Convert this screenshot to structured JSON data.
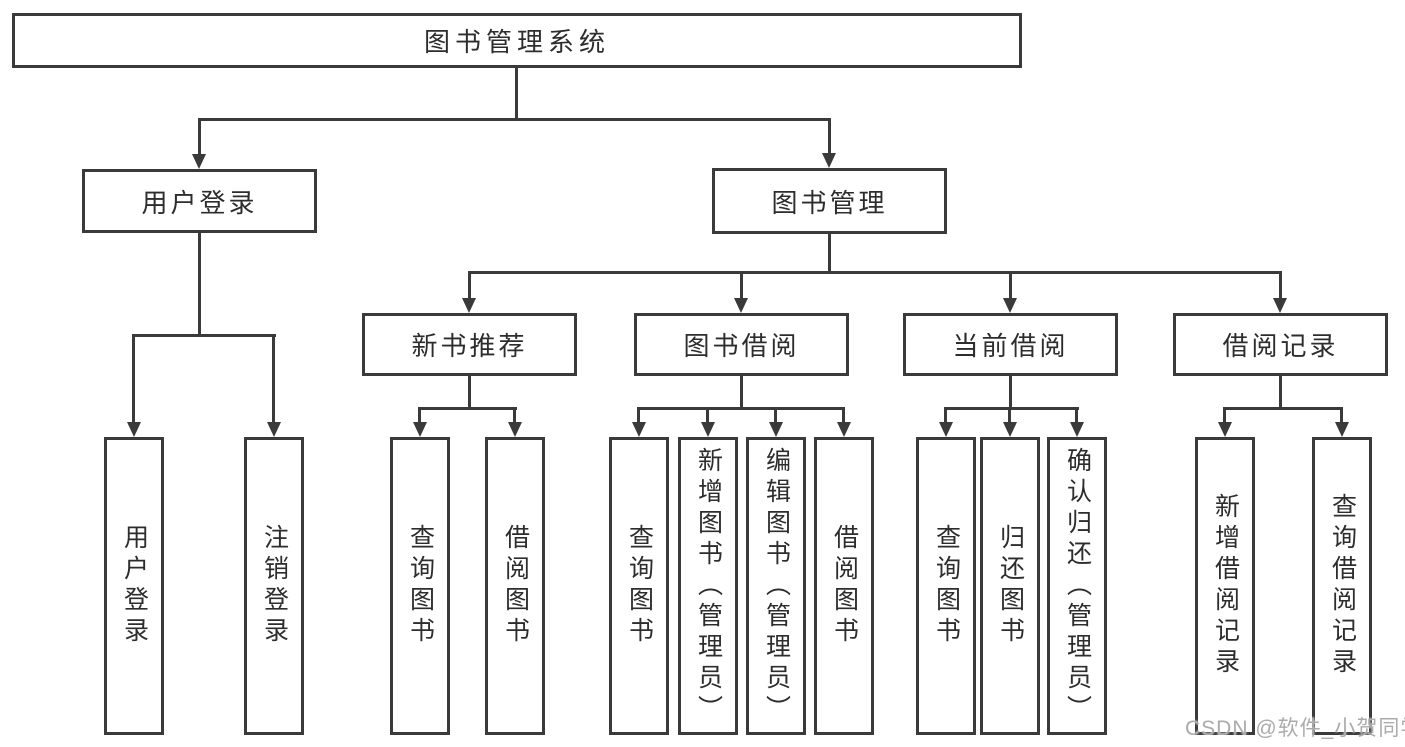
{
  "diagram": {
    "type": "hierarchy",
    "tree": {
      "label": "图书管理系统",
      "children": [
        {
          "label": "用户登录",
          "children": [
            {
              "label": "用户登录"
            },
            {
              "label": "注销登录"
            }
          ]
        },
        {
          "label": "图书管理",
          "children": [
            {
              "label": "新书推荐",
              "children": [
                {
                  "label": "查询图书"
                },
                {
                  "label": "借阅图书"
                }
              ]
            },
            {
              "label": "图书借阅",
              "children": [
                {
                  "label": "查询图书"
                },
                {
                  "label": "新增图书（管理员）"
                },
                {
                  "label": "编辑图书（管理员）"
                },
                {
                  "label": "借阅图书"
                }
              ]
            },
            {
              "label": "当前借阅",
              "children": [
                {
                  "label": "查询图书"
                },
                {
                  "label": "归还图书"
                },
                {
                  "label": "确认归还（管理员）"
                }
              ]
            },
            {
              "label": "借阅记录",
              "children": [
                {
                  "label": "新增借阅记录"
                },
                {
                  "label": "查询借阅记录"
                }
              ]
            }
          ]
        }
      ]
    },
    "colors": {
      "line": "#3a3a3a",
      "node_border": "#3a3a3a",
      "node_text": "#2d2d2d",
      "background": "#ffffff",
      "watermark": "#ababab"
    }
  },
  "watermark": {
    "text": "CSDN @软件_小贺同学"
  }
}
